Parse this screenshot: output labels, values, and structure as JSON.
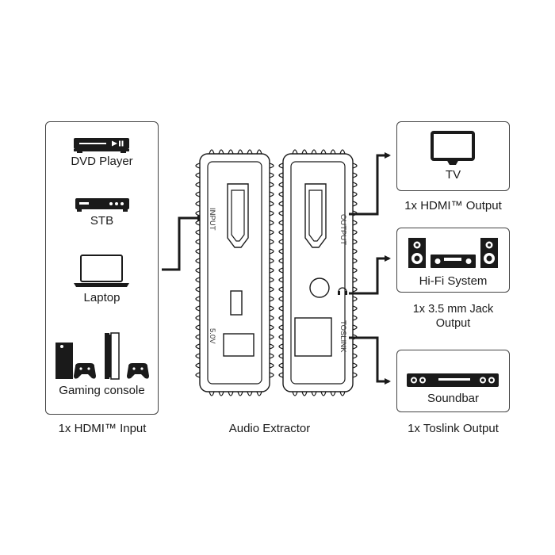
{
  "input": {
    "devices": [
      "DVD Player",
      "STB",
      "Laptop",
      "Gaming console"
    ],
    "caption": "1x HDMI™ Input"
  },
  "extractor": {
    "caption": "Audio Extractor",
    "ports": {
      "input": "INPUT",
      "power": "5.0V",
      "output": "OUTPUT",
      "toslink": "TOSLINK"
    }
  },
  "outputs": [
    {
      "device": "TV",
      "caption": "1x HDMI™ Output"
    },
    {
      "device": "Hi-Fi System",
      "caption": "1x 3.5 mm Jack Output"
    },
    {
      "device": "Soundbar",
      "caption": "1x Toslink Output"
    }
  ],
  "icons": [
    "dvd-player-icon",
    "stb-icon",
    "laptop-icon",
    "game-console-icon",
    "gamepad-icon",
    "tv-icon",
    "speaker-icon",
    "amplifier-icon",
    "soundbar-icon",
    "hdmi-port-icon",
    "usb-port-icon",
    "audio-jack-icon",
    "headphone-icon",
    "toslink-port-icon"
  ],
  "colors": {
    "stroke": "#1a1a1a",
    "border": "#444444",
    "background": "#ffffff"
  }
}
